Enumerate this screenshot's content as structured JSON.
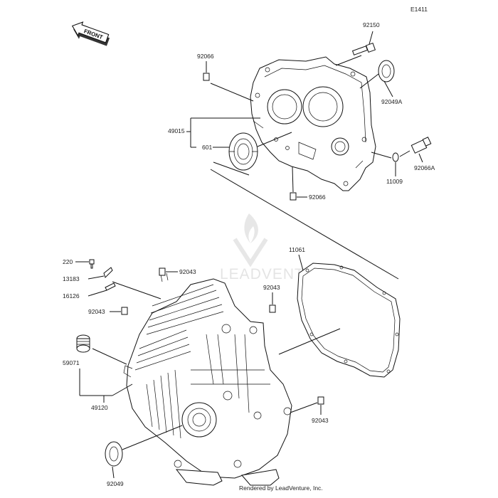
{
  "diagram_code": "E1411",
  "front_label": "FRONT",
  "watermark": "LEADVENTURE",
  "footer": "Rendered by LeadVenture, Inc.",
  "parts": {
    "p92150": "92150",
    "p92066_top": "92066",
    "p92049A": "92049A",
    "p49015": "49015",
    "p601": "601",
    "p11009": "11009",
    "p92066A": "92066A",
    "p92066_mid": "92066",
    "p11061": "11061",
    "p220": "220",
    "p13183": "13183",
    "p16126": "16126",
    "p92043_a": "92043",
    "p92043_b": "92043",
    "p92043_c": "92043",
    "p92043_d": "92043",
    "p59071": "59071",
    "p49120": "49120",
    "p92049": "92049"
  }
}
